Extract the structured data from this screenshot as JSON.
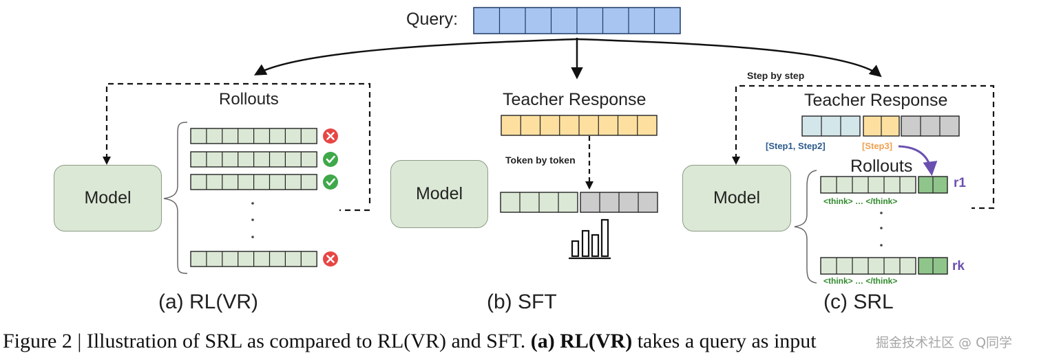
{
  "query_label": "Query:",
  "panels": {
    "a": {
      "model_label": "Model",
      "rollouts_label": "Rollouts",
      "dots": "·",
      "subtitle": "(a) RL(VR)",
      "rollout_results": [
        "wrong",
        "correct",
        "correct",
        "wrong"
      ]
    },
    "b": {
      "model_label": "Model",
      "teacher_label": "Teacher Response",
      "token_by_token": "Token by token",
      "subtitle": "(b) SFT"
    },
    "c": {
      "model_label": "Model",
      "step_by_step": "Step by step",
      "teacher_label": "Teacher Response",
      "steps_prev": "[Step1, Step2]",
      "step_cur": "[Step3]",
      "rollouts_label": "Rollouts",
      "think_tag": "<think> … </think>",
      "r1": "r1",
      "rk": "rk",
      "subtitle": "(c) SRL"
    }
  },
  "caption": {
    "prefix": "Figure 2 | Illustration of SRL as compared to RL(VR) and SFT. ",
    "bold": "(a) RL(VR)",
    "suffix": " takes a query as input"
  },
  "watermark": "掘金技术社区 @ Q同学",
  "colors": {
    "query_blue": "#a8c4f0",
    "teacher_yellow": "#fde0a0",
    "step_orange": "#f0a050",
    "step_blue_text": "#2c5a8c",
    "token_green": "#dbe8d5",
    "token_grey": "#cccccc",
    "reward_green": "#8fc58a",
    "correct_green": "#3fa84a",
    "wrong_red": "#e84545",
    "purple": "#6a4fb0",
    "think_green": "#2f8a2a"
  }
}
